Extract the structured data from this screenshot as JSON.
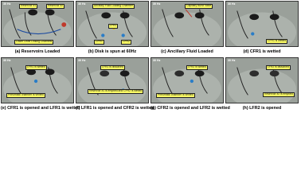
{
  "panels": [
    {
      "speed": "30 Hz",
      "callouts": [
        "Reservoir #1",
        "Reservoir #2",
        "Lower Level Linking Channels"
      ],
      "caption": "(a) Reservoirs Loaded"
    },
    {
      "speed": "30 Hz",
      "callouts": [
        "Ancillary Fluid Loading Chamber",
        "LFR1",
        "CFR1",
        "CFR2"
      ],
      "caption": "(b) Disk is spun at 60Hz"
    },
    {
      "speed": "30 Hz",
      "callouts": [
        "Capillary Burst Valve"
      ],
      "caption": "(c) Ancillary Fluid Loaded"
    },
    {
      "speed": "30 Hz",
      "callouts": [
        "CFR1 is wetted"
      ],
      "caption": "(d) CFR1 is wetted"
    },
    {
      "speed": "30 Hz",
      "callouts": [
        "LFR1 is wetted",
        "Pneumatic chamber is vented"
      ],
      "caption": "(e) CFR1 is opened and LFR1 is wetted"
    },
    {
      "speed": "30 Hz",
      "callouts": [
        "LFR1 is dissolved",
        "Reservoir #1 is emptied and CFR2 is wetted"
      ],
      "caption": "(f) LFR1 is opened and CFR2 is wetted"
    },
    {
      "speed": "30 Hz",
      "callouts": [
        "LFR2 is wetted",
        "Pneumatic chamber is vented"
      ],
      "caption": "(g) CFR2 is opened and LFR2 is wetted"
    },
    {
      "speed": "30 Hz",
      "callouts": [
        "LFR2 is dissolved",
        "Reservoir #2 is emptied"
      ],
      "caption": "(h) LFR2 is opened"
    }
  ]
}
